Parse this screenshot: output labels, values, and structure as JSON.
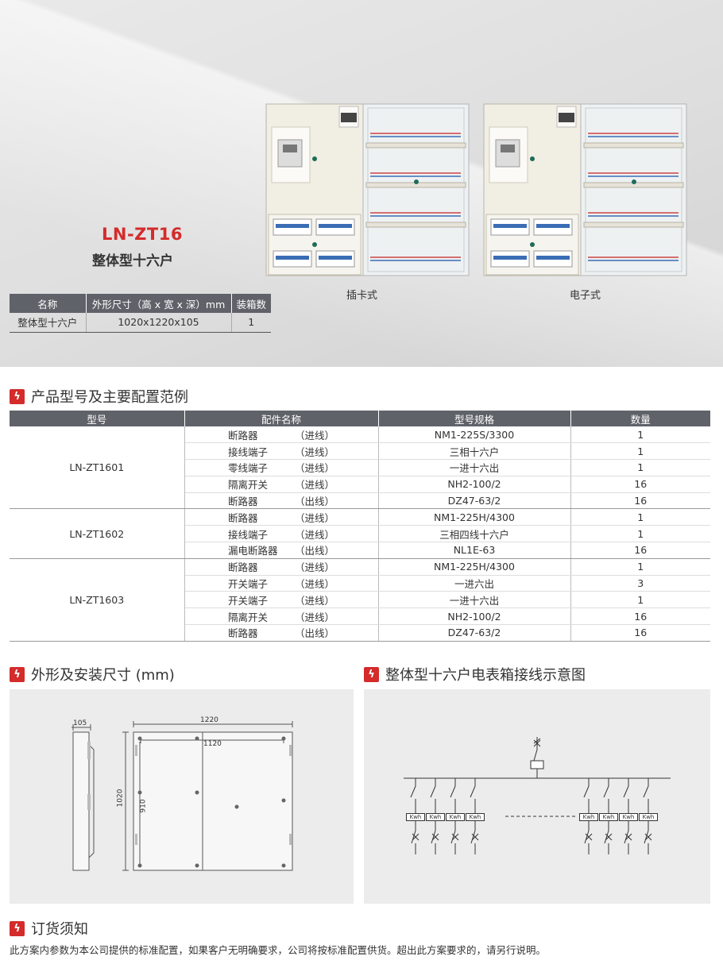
{
  "hero": {
    "title": "LN-ZT16",
    "subtitle": "整体型十六户",
    "caption_left": "插卡式",
    "caption_right": "电子式"
  },
  "spec_table": {
    "headers": [
      "名称",
      "外形尺寸（高 x 宽 x 深）mm",
      "装箱数"
    ],
    "row": [
      "整体型十六户",
      "1020x1220x105",
      "1"
    ]
  },
  "config_section": {
    "title": "产品型号及主要配置范例",
    "headers": [
      "型号",
      "配件名称",
      "型号规格",
      "数量"
    ],
    "groups": [
      {
        "model": "LN-ZT1601",
        "rows": [
          {
            "part": "断路器",
            "dir": "（进线）",
            "spec": "NM1-225S/3300",
            "qty": "1"
          },
          {
            "part": "接线端子",
            "dir": "（进线）",
            "spec": "三相十六户",
            "qty": "1"
          },
          {
            "part": "零线端子",
            "dir": "（进线）",
            "spec": "一进十六出",
            "qty": "1"
          },
          {
            "part": "隔离开关",
            "dir": "（进线）",
            "spec": "NH2-100/2",
            "qty": "16"
          },
          {
            "part": "断路器",
            "dir": "（出线）",
            "spec": "DZ47-63/2",
            "qty": "16"
          }
        ]
      },
      {
        "model": "LN-ZT1602",
        "rows": [
          {
            "part": "断路器",
            "dir": "（进线）",
            "spec": "NM1-225H/4300",
            "qty": "1"
          },
          {
            "part": "接线端子",
            "dir": "（进线）",
            "spec": "三相四线十六户",
            "qty": "1"
          },
          {
            "part": "漏电断路器",
            "dir": "（出线）",
            "spec": "NL1E-63",
            "qty": "16"
          }
        ]
      },
      {
        "model": "LN-ZT1603",
        "rows": [
          {
            "part": "断路器",
            "dir": "（进线）",
            "spec": "NM1-225H/4300",
            "qty": "1"
          },
          {
            "part": "开关端子",
            "dir": "（进线）",
            "spec": "一进六出",
            "qty": "3"
          },
          {
            "part": "开关端子",
            "dir": "（进线）",
            "spec": "一进十六出",
            "qty": "1"
          },
          {
            "part": "隔离开关",
            "dir": "（进线）",
            "spec": "NH2-100/2",
            "qty": "16"
          },
          {
            "part": "断路器",
            "dir": "（出线）",
            "spec": "DZ47-63/2",
            "qty": "16"
          }
        ]
      }
    ]
  },
  "dimension_section": {
    "title": "外形及安装尺寸 (mm)",
    "labels": {
      "depth": "105",
      "width": "1220",
      "inner_width": "1120",
      "height": "1020",
      "inner_height": "910"
    }
  },
  "wiring_section": {
    "title": "整体型十六户电表箱接线示意图",
    "meter_label": "Kwh"
  },
  "notice_section": {
    "title": "订货须知",
    "text": "此方案内参数为本公司提供的标准配置，如果客户无明确要求，公司将按标准配置供货。超出此方案要求的，请另行说明。"
  },
  "colors": {
    "accent": "#d42b2b",
    "header_bg": "#5f6268",
    "panel_bg": "#ececec"
  },
  "icons": {
    "section_marker": "lightning-bolt-icon"
  }
}
